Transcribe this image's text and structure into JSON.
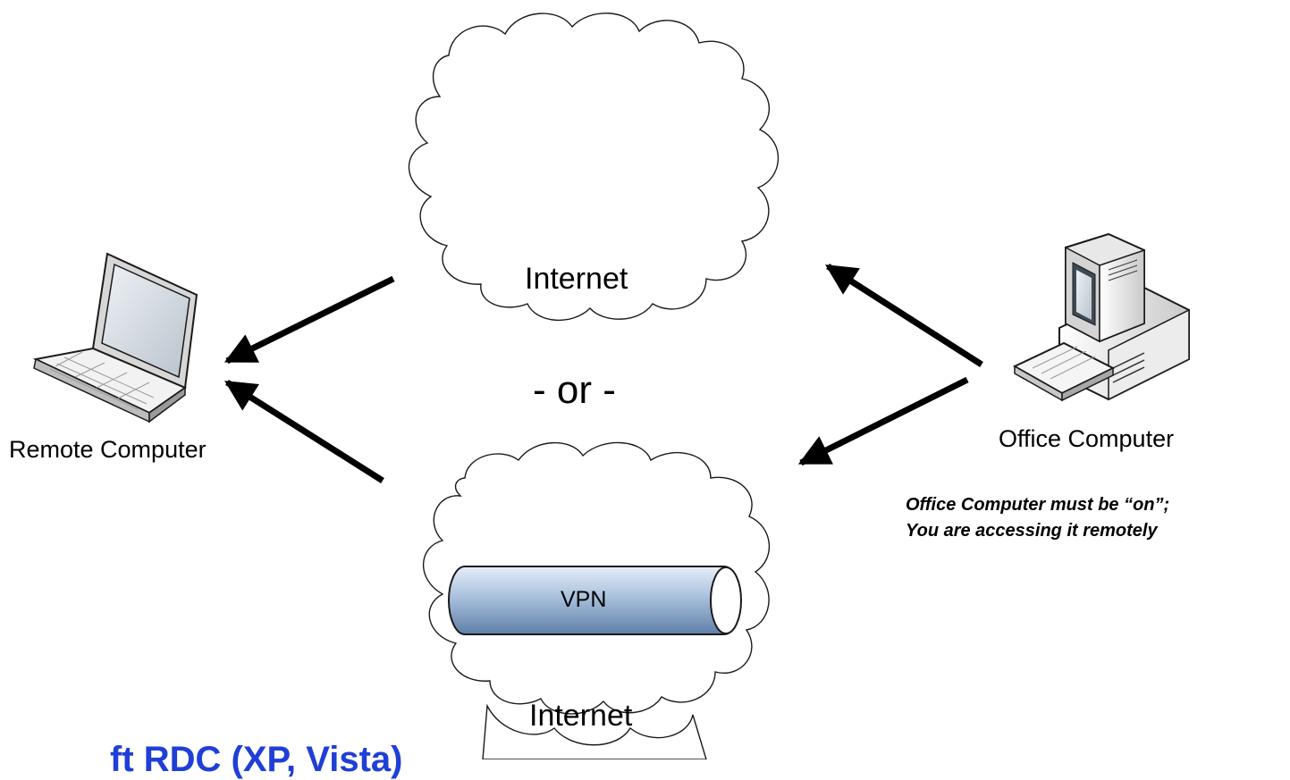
{
  "diagram": {
    "remote_computer": {
      "label": "Remote Computer",
      "icon": "laptop-icon"
    },
    "office_computer": {
      "label": "Office Computer",
      "icon": "desktop-computer-icon"
    },
    "clouds": [
      {
        "label": "Internet",
        "icon": "cloud-icon"
      },
      {
        "label": "Internet",
        "icon": "cloud-icon"
      }
    ],
    "separator": "- or -",
    "vpn": {
      "label": "VPN",
      "fill": "#9fb8d6",
      "stroke": "#1a1a1a"
    },
    "note_lines": [
      "Office Computer must be “on”;",
      "You are accessing it remotely"
    ],
    "footer_fragment": {
      "text": "ft RDC (XP, Vista)",
      "color": "#1f3fd6"
    },
    "colors": {
      "arrow": "#000000",
      "outline": "#1a1a1a",
      "background": "#ffffff"
    }
  }
}
